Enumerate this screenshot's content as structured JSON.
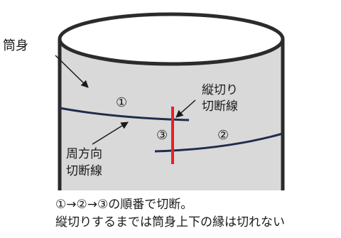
{
  "labels": {
    "body": "筒身",
    "vertical_cut": [
      "縦切り",
      "切断線"
    ],
    "circumferential_cut": [
      "周方向",
      "切断線"
    ]
  },
  "markers": {
    "one": "①",
    "two": "②",
    "three": "③"
  },
  "caption": {
    "line1": "①→②→③の順番で切断。",
    "line2": "縦切りするまでは筒身上下の縁は切れない"
  },
  "colors": {
    "cylinder_fill": "#d9d9d9",
    "outline": "#2b2b2b",
    "cut_line": "#1f2d4d",
    "vertical_cut": "#e8202a"
  }
}
